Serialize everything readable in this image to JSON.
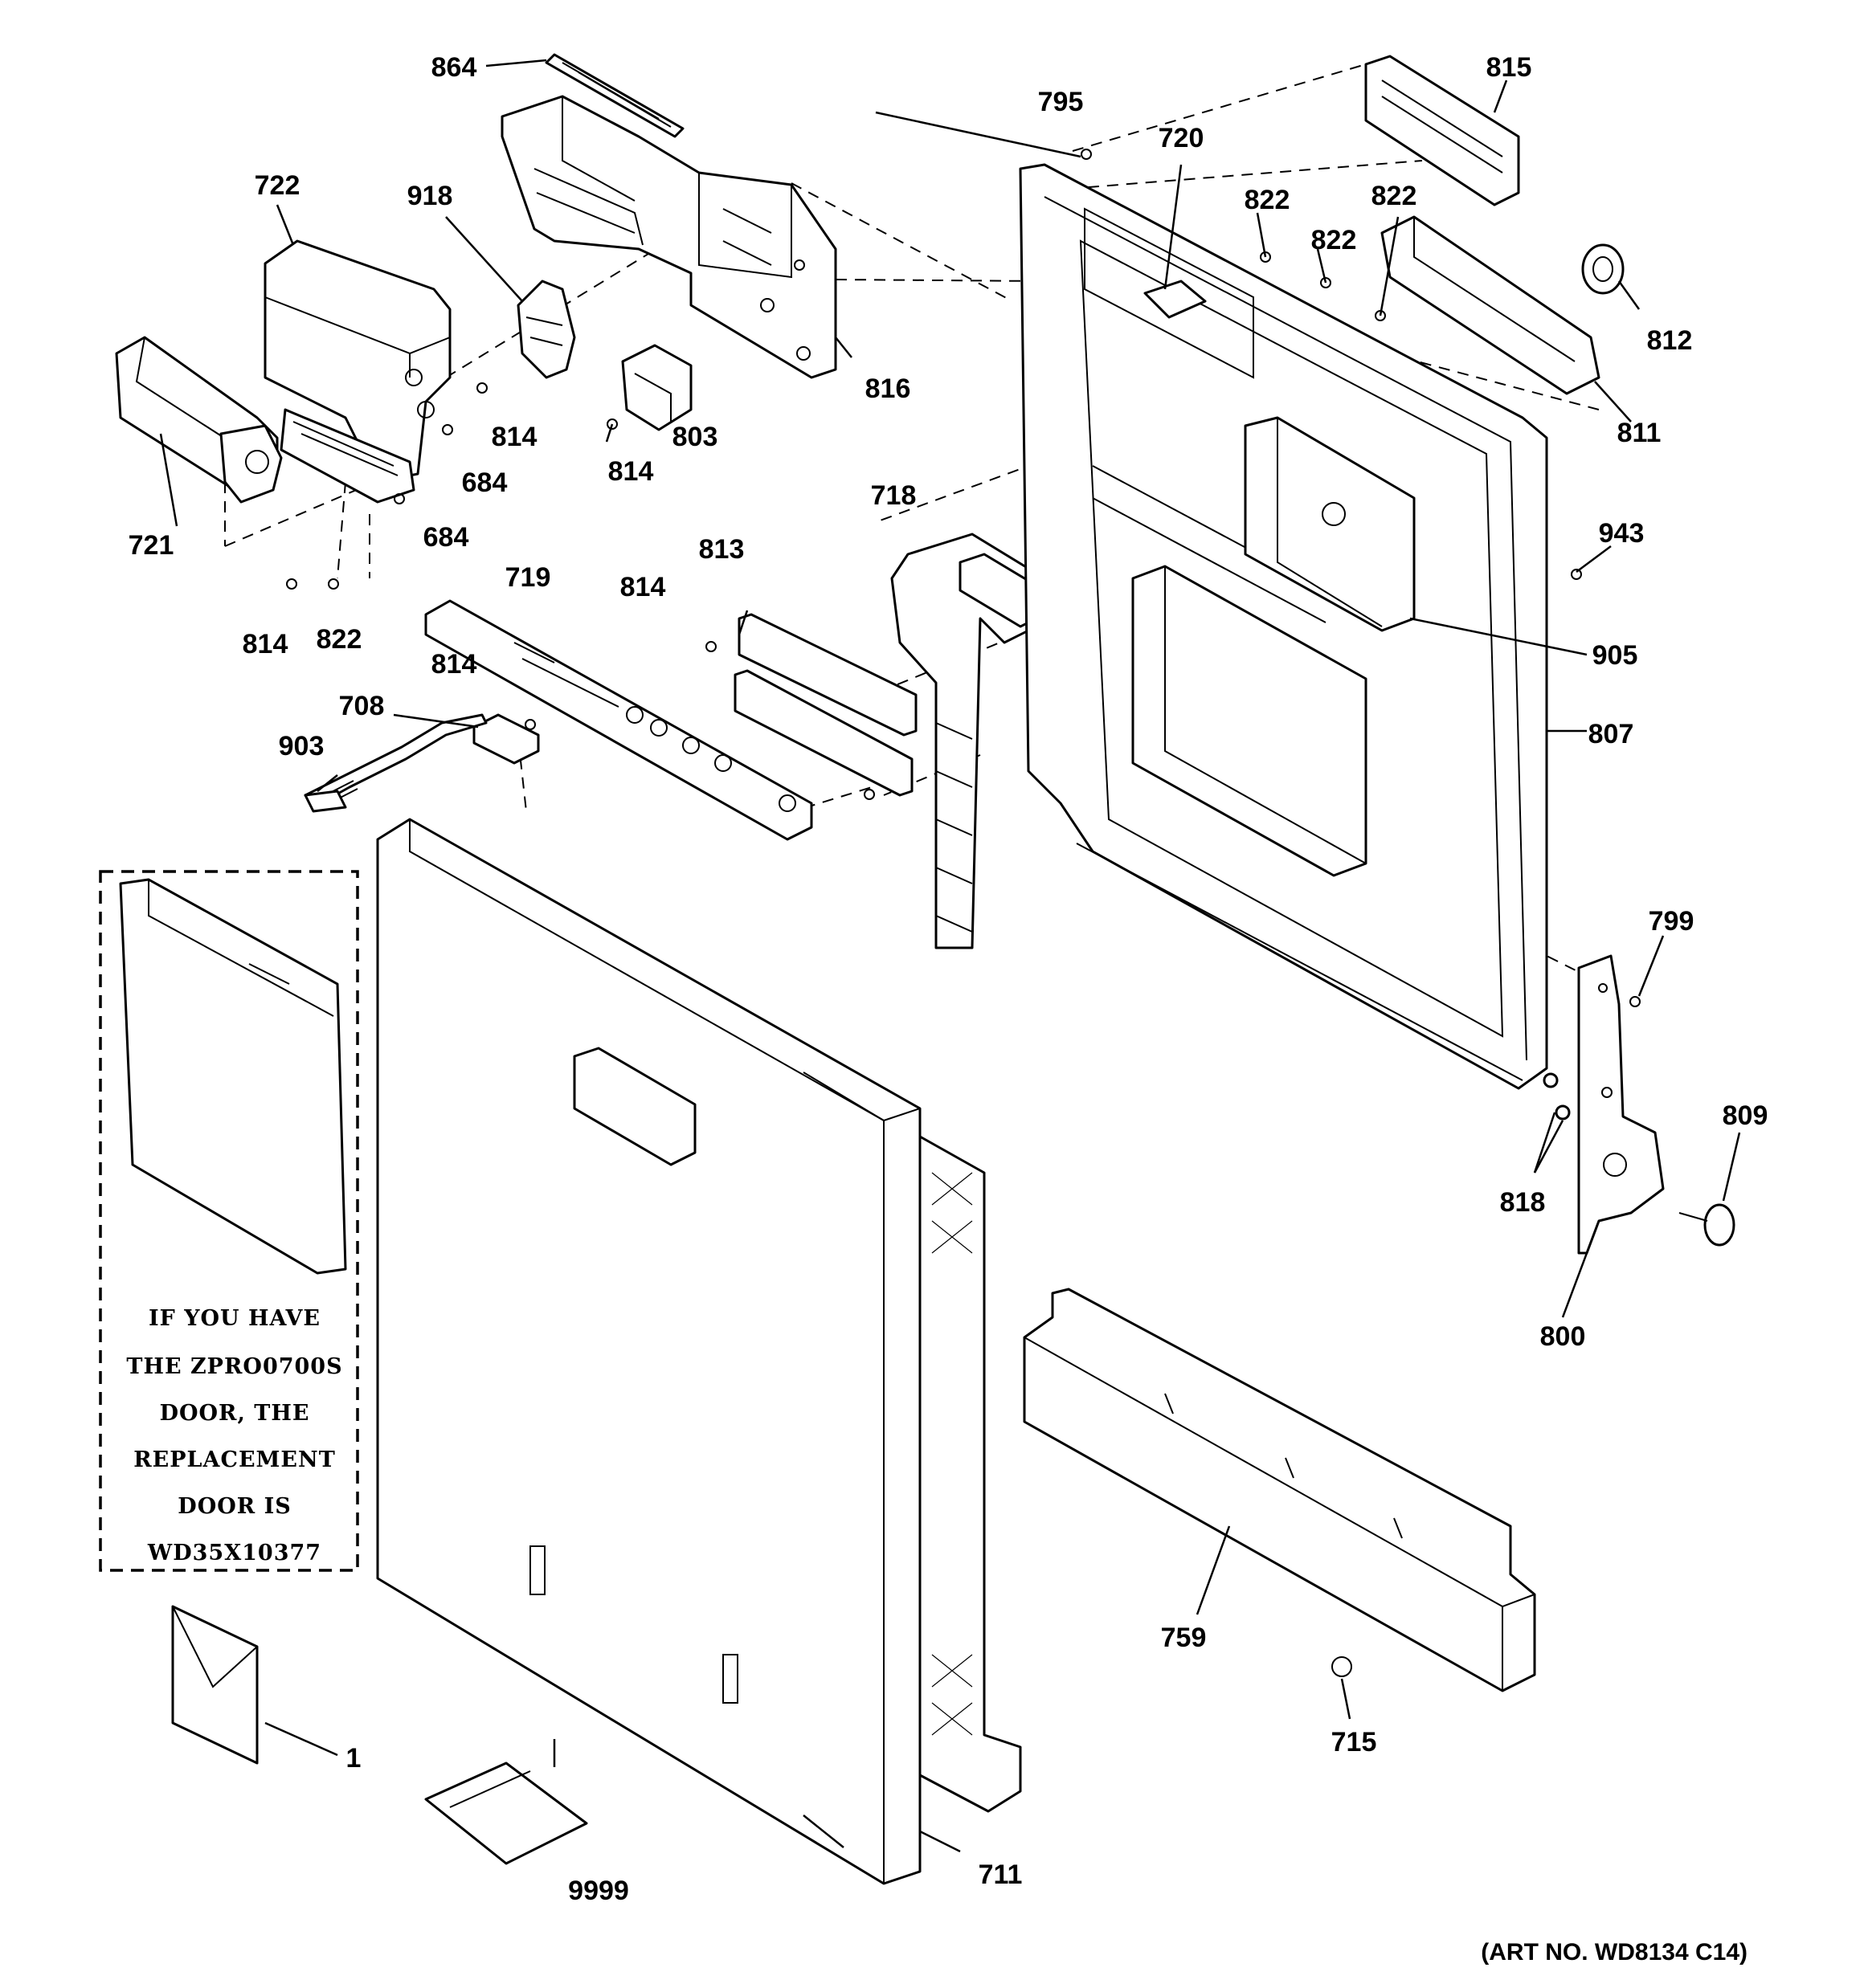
{
  "diagram": {
    "callouts": [
      {
        "id": "c864",
        "label": "864"
      },
      {
        "id": "c722",
        "label": "722"
      },
      {
        "id": "c918",
        "label": "918"
      },
      {
        "id": "c816",
        "label": "816"
      },
      {
        "id": "c814a",
        "label": "814"
      },
      {
        "id": "c803",
        "label": "803"
      },
      {
        "id": "c814b",
        "label": "814"
      },
      {
        "id": "c684a",
        "label": "684"
      },
      {
        "id": "c684b",
        "label": "684"
      },
      {
        "id": "c721",
        "label": "721"
      },
      {
        "id": "c814c",
        "label": "814"
      },
      {
        "id": "c822a",
        "label": "822"
      },
      {
        "id": "c719",
        "label": "719"
      },
      {
        "id": "c814d",
        "label": "814"
      },
      {
        "id": "c708",
        "label": "708"
      },
      {
        "id": "c903",
        "label": "903"
      },
      {
        "id": "c813",
        "label": "813"
      },
      {
        "id": "c814e",
        "label": "814"
      },
      {
        "id": "c718",
        "label": "718"
      },
      {
        "id": "c795",
        "label": "795"
      },
      {
        "id": "c720",
        "label": "720"
      },
      {
        "id": "c822b",
        "label": "822"
      },
      {
        "id": "c822c",
        "label": "822"
      },
      {
        "id": "c822d",
        "label": "822"
      },
      {
        "id": "c815",
        "label": "815"
      },
      {
        "id": "c812",
        "label": "812"
      },
      {
        "id": "c811",
        "label": "811"
      },
      {
        "id": "c943",
        "label": "943"
      },
      {
        "id": "c905",
        "label": "905"
      },
      {
        "id": "c807",
        "label": "807"
      },
      {
        "id": "c799",
        "label": "799"
      },
      {
        "id": "c809",
        "label": "809"
      },
      {
        "id": "c818",
        "label": "818"
      },
      {
        "id": "c800",
        "label": "800"
      },
      {
        "id": "c759",
        "label": "759"
      },
      {
        "id": "c715",
        "label": "715"
      },
      {
        "id": "c1",
        "label": "1"
      },
      {
        "id": "c9999",
        "label": "9999"
      },
      {
        "id": "c711",
        "label": "711"
      }
    ],
    "note_lines": [
      "IF YOU HAVE",
      "THE ZPRO0700S",
      "DOOR, THE",
      "REPLACEMENT",
      "DOOR IS",
      "WD35X10377"
    ],
    "art_number": "(ART NO. WD8134 C14)"
  }
}
